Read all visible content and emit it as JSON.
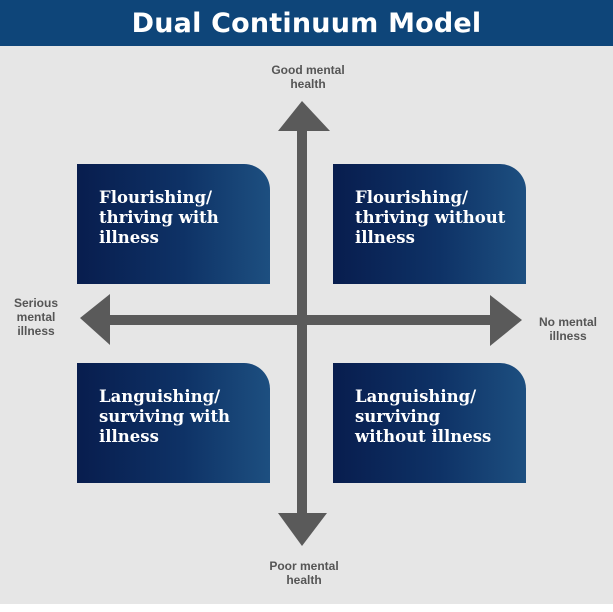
{
  "title": "Dual Continuum Model",
  "axes": {
    "top": "Good mental\nhealth",
    "bottom": "Poor mental\nhealth",
    "left": "Serious\nmental\nillness",
    "right": "No mental\nillness"
  },
  "quadrants": {
    "top_left": "Flourishing/\nthriving with\nillness",
    "top_right": "Flourishing/\nthriving without\nillness",
    "bottom_left": "Languishing/\nsurviving with\nillness",
    "bottom_right": "Languishing/\nsurviving\nwithout illness"
  },
  "colors": {
    "header_bg": "#0e4579",
    "box_dark": "#081d4e",
    "box_light": "#1d4f80",
    "arrow": "#5a5a5a",
    "background": "#e6e6e6"
  }
}
